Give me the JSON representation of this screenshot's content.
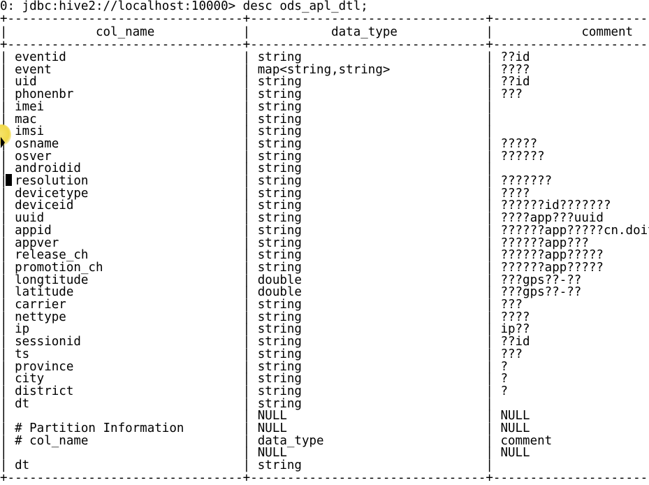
{
  "prompt": "0: jdbc:hive2://localhost:10000> desc ods_apl_dtl;",
  "border_top": "+--------------------------------+--------------------------------+--------------------------------+--+",
  "header_line": "|            col_name            |           data_type            |            comment             |  |",
  "rows": [
    {
      "col": "eventid",
      "type": "string",
      "comment": "??id"
    },
    {
      "col": "event",
      "type": "map<string,string>",
      "comment": "????"
    },
    {
      "col": "uid",
      "type": "string",
      "comment": "??id"
    },
    {
      "col": "phonenbr",
      "type": "string",
      "comment": "???"
    },
    {
      "col": "imei",
      "type": "string",
      "comment": ""
    },
    {
      "col": "mac",
      "type": "string",
      "comment": ""
    },
    {
      "col": "imsi",
      "type": "string",
      "comment": ""
    },
    {
      "col": "osname",
      "type": "string",
      "comment": "?????"
    },
    {
      "col": "osver",
      "type": "string",
      "comment": "??????"
    },
    {
      "col": "androidid",
      "type": "string",
      "comment": ""
    },
    {
      "col": "resolution",
      "type": "string",
      "comment": "???????"
    },
    {
      "col": "devicetype",
      "type": "string",
      "comment": "????"
    },
    {
      "col": "deviceid",
      "type": "string",
      "comment": "??????id???????"
    },
    {
      "col": "uuid",
      "type": "string",
      "comment": "????app???uuid"
    },
    {
      "col": "appid",
      "type": "string",
      "comment": "??????app?????cn.doitedu.mall"
    },
    {
      "col": "appver",
      "type": "string",
      "comment": "??????app???"
    },
    {
      "col": "release_ch",
      "type": "string",
      "comment": "??????app?????"
    },
    {
      "col": "promotion_ch",
      "type": "string",
      "comment": "??????app?????"
    },
    {
      "col": "longtitude",
      "type": "double",
      "comment": "???gps??-??"
    },
    {
      "col": "latitude",
      "type": "double",
      "comment": "???gps??-??"
    },
    {
      "col": "carrier",
      "type": "string",
      "comment": "???"
    },
    {
      "col": "nettype",
      "type": "string",
      "comment": "????"
    },
    {
      "col": "ip",
      "type": "string",
      "comment": "ip??"
    },
    {
      "col": "sessionid",
      "type": "string",
      "comment": "??id"
    },
    {
      "col": "ts",
      "type": "string",
      "comment": "???"
    },
    {
      "col": "province",
      "type": "string",
      "comment": "?"
    },
    {
      "col": "city",
      "type": "string",
      "comment": "?"
    },
    {
      "col": "district",
      "type": "string",
      "comment": "?"
    },
    {
      "col": "dt",
      "type": "string",
      "comment": ""
    },
    {
      "col": "",
      "type": "NULL",
      "comment": "NULL"
    },
    {
      "col": "# Partition Information",
      "type": "NULL",
      "comment": "NULL"
    },
    {
      "col": "# col_name",
      "type": "data_type",
      "comment": "comment"
    },
    {
      "col": "",
      "type": "NULL",
      "comment": "NULL"
    },
    {
      "col": "dt",
      "type": "string",
      "comment": ""
    }
  ]
}
